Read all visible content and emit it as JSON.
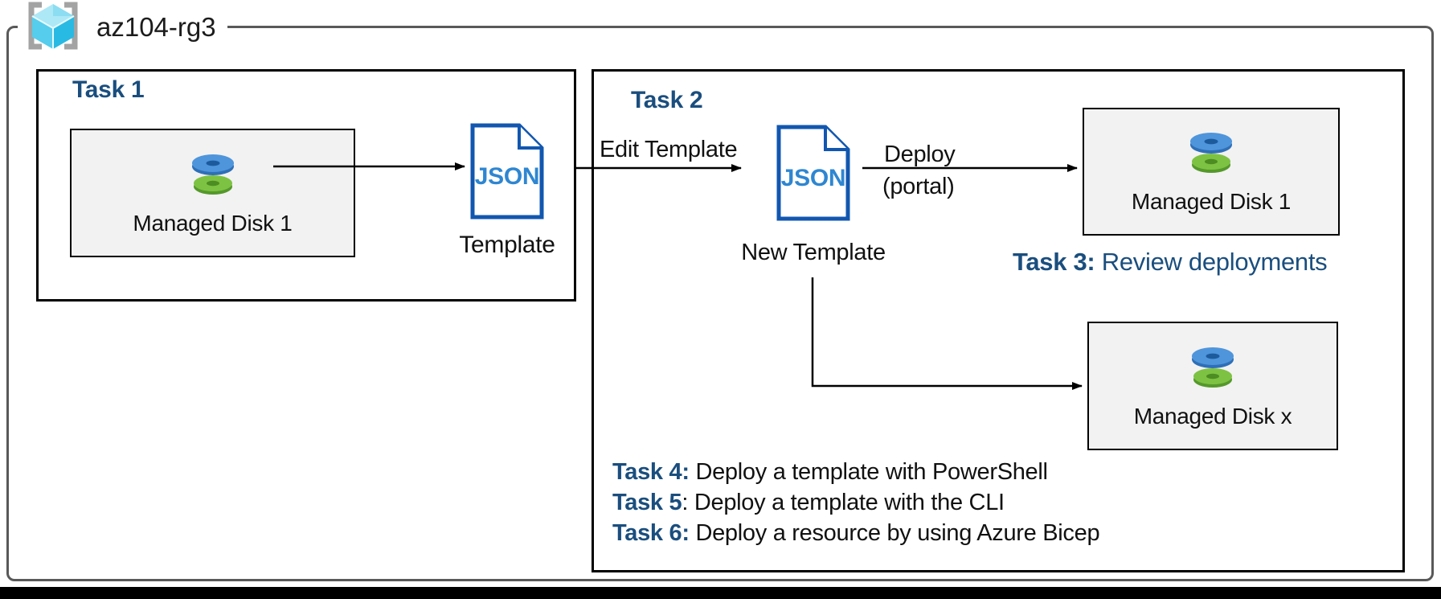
{
  "resource_group": {
    "name": "az104-rg3",
    "icon": "azure-resource-group-icon"
  },
  "task1": {
    "title": "Task 1",
    "disk_label": "Managed Disk 1",
    "json_doc_label": "JSON",
    "template_caption": "Template"
  },
  "task2": {
    "title": "Task 2",
    "edit_arrow_label": "Edit Template",
    "json_doc_label": "JSON",
    "new_template_caption": "New Template",
    "deploy_label": "Deploy",
    "deploy_sublabel": "(portal)",
    "disk1_label": "Managed Disk 1",
    "diskx_label": "Managed Disk x",
    "task3": {
      "label": "Task 3:",
      "rest": " Review deployments"
    },
    "task_items": [
      {
        "label": "Task 4:",
        "rest": " Deploy a template with PowerShell"
      },
      {
        "label": "Task 5",
        "rest": ": Deploy a template with the CLI"
      },
      {
        "label": "Task 6:",
        "rest": " Deploy a resource by using Azure Bicep"
      }
    ]
  },
  "colors": {
    "task_title_blue": "#1A4E7E",
    "json_border_blue": "#1157B0",
    "json_text_blue": "#2E86D1",
    "disk_blue": "#4E95DC",
    "disk_green": "#7DC242",
    "box_gray_fill": "#F2F2F2",
    "outer_border_gray": "#595959",
    "bottom_bar_black": "#000000"
  }
}
